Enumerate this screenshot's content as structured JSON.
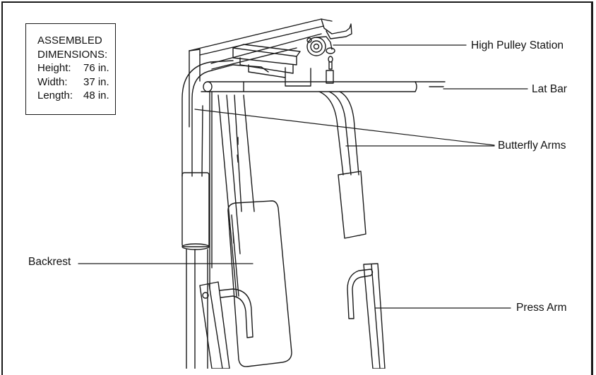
{
  "dimensions_box": {
    "heading_line1": "ASSEMBLED",
    "heading_line2": "DIMENSIONS:",
    "rows": [
      {
        "key": "Height:",
        "value": "76 in."
      },
      {
        "key": "Width:",
        "value": "37 in."
      },
      {
        "key": "Length:",
        "value": "48 in."
      }
    ]
  },
  "callouts": {
    "high_pulley_station": "High Pulley Station",
    "lat_bar": "Lat Bar",
    "butterfly_arms": "Butterfly Arms",
    "backrest": "Backrest",
    "press_arm": "Press Arm"
  },
  "colors": {
    "line": "#1a1a1a",
    "background": "#ffffff"
  }
}
